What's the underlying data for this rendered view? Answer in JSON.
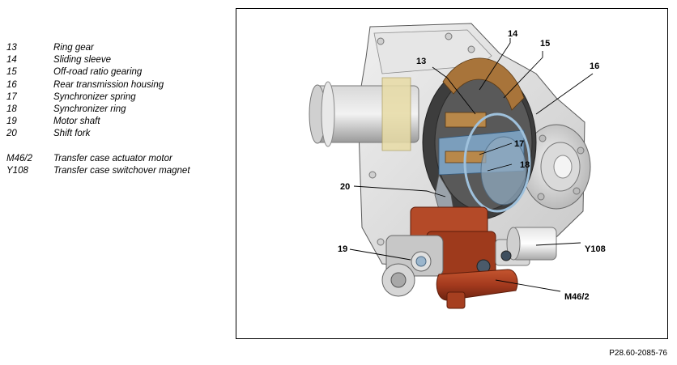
{
  "legend": [
    {
      "code": "13",
      "description": "Ring gear"
    },
    {
      "code": "14",
      "description": "Sliding sleeve"
    },
    {
      "code": "15",
      "description": "Off-road ratio gearing"
    },
    {
      "code": "16",
      "description": "Rear transmission housing"
    },
    {
      "code": "17",
      "description": "Synchronizer spring"
    },
    {
      "code": "18",
      "description": "Synchronizer ring"
    },
    {
      "code": "19",
      "description": "Motor shaft"
    },
    {
      "code": "20",
      "description": "Shift fork"
    },
    {
      "code": "",
      "description": ""
    },
    {
      "code": "M46/2",
      "description": "Transfer case actuator motor"
    },
    {
      "code": "Y108",
      "description": "Transfer case switchover magnet"
    }
  ],
  "callouts": {
    "c13": "13",
    "c14": "14",
    "c15": "15",
    "c16": "16",
    "c17": "17",
    "c18": "18",
    "c19": "19",
    "c20": "20",
    "cM46": "M46/2",
    "cY108": "Y108"
  },
  "reference": "P28.60-2085-76"
}
